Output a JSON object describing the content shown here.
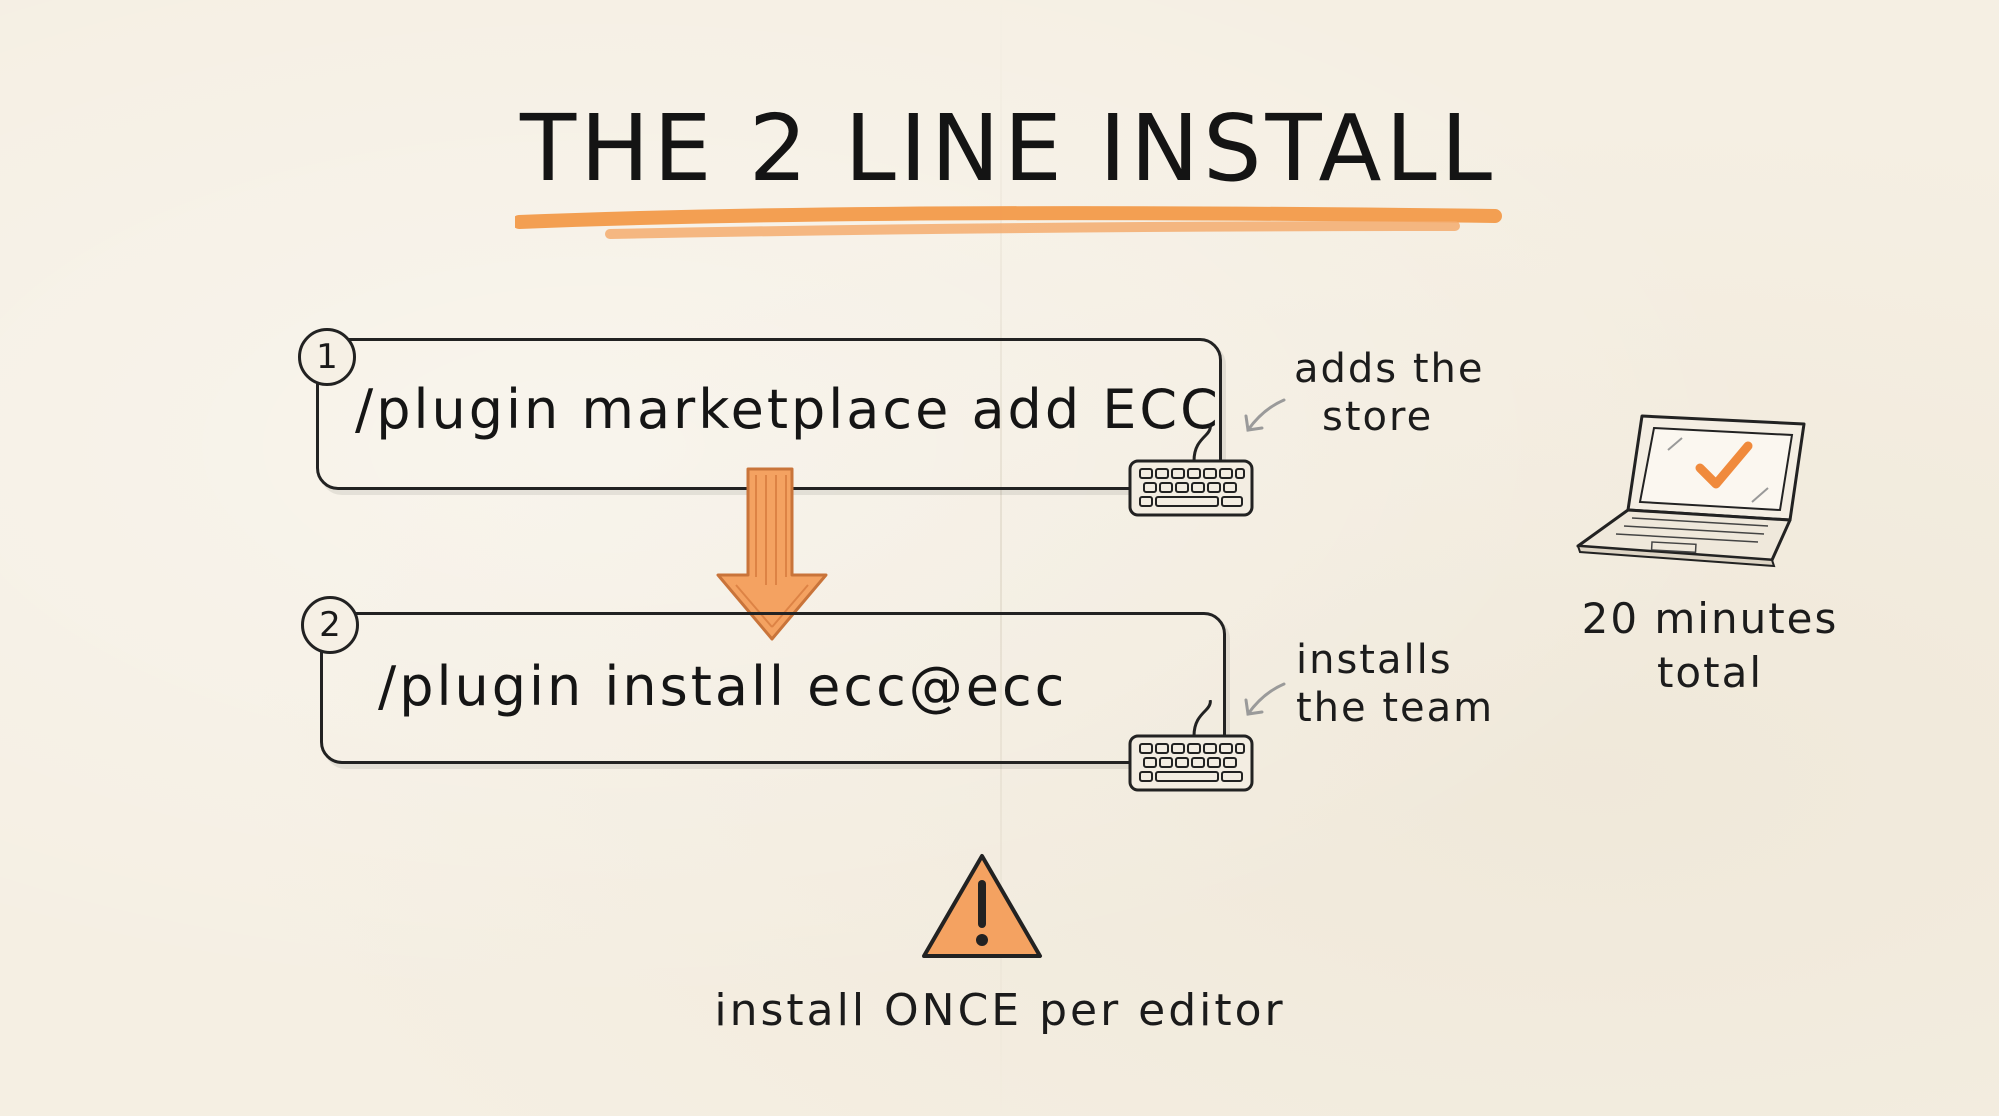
{
  "title": "THE 2 LINE INSTALL",
  "steps": [
    {
      "number": "1",
      "command": "/plugin marketplace add ECC",
      "note_line1": "adds the",
      "note_line2": "store",
      "icon": "keyboard-icon"
    },
    {
      "number": "2",
      "command": "/plugin install ecc@ecc",
      "note_line1": "installs",
      "note_line2": "the team",
      "icon": "keyboard-icon"
    }
  ],
  "side_note": {
    "line1": "20 minutes",
    "line2": "total",
    "icon": "laptop-check-icon"
  },
  "warning": {
    "text": "install ONCE per editor",
    "icon": "warning-icon"
  },
  "colors": {
    "accent": "#f29a4a",
    "ink": "#1b1b1b",
    "paper": "#f5efe3"
  }
}
